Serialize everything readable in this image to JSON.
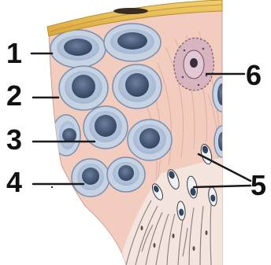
{
  "labels": [
    {
      "id": "1",
      "text": "1"
    },
    {
      "id": "2",
      "text": "2"
    },
    {
      "id": "3",
      "text": "3"
    },
    {
      "id": "4",
      "text": "4"
    },
    {
      "id": "5",
      "text": "5"
    },
    {
      "id": "6",
      "text": "6"
    }
  ],
  "colors": {
    "tissue": "#f2cdbf",
    "tissue_light": "#f7ddd2",
    "capsule": "#e8bc56",
    "capsule_dark": "#c79a2f",
    "cell_rim": "#b8cae0",
    "cell_body": "#8ea6c6",
    "nucleus": "#4d5f7c",
    "nucleus_dark": "#2d3a52",
    "fiber": "#d9a897",
    "fiber_dark": "#8a6d6a",
    "line": "#1a1a1a"
  }
}
